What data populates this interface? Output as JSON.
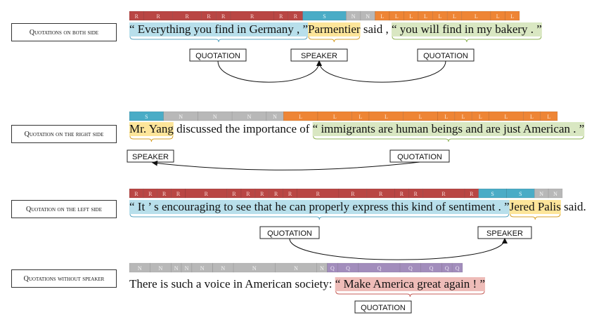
{
  "colors": {
    "R": "#b94644",
    "S": "#4aacc6",
    "N": "#b8b8b8",
    "L": "#ee8535",
    "Q": "#a28dbc",
    "R_text": "#f6d6d3",
    "S_text": "#e6f5fa",
    "N_text": "#f6f6f6",
    "L_text": "#fde6d2",
    "Q_text": "#efe9f6",
    "quote_blue": "#b8dfeb",
    "speaker_yellow": "#fde59a",
    "quote_green": "#d9e7c2",
    "quote_red": "#eebcb8",
    "brace_blue": "#5aa6c2",
    "brace_yellow": "#d6a12a",
    "brace_green": "#8eb355",
    "brace_red": "#c45d57"
  },
  "rows": [
    {
      "label": "Quotations on both side",
      "tags": [
        {
          "t": "R",
          "w": 1
        },
        {
          "t": "R",
          "w": 2
        },
        {
          "t": "R",
          "w": 2
        },
        {
          "t": "R",
          "w": 1
        },
        {
          "t": "R",
          "w": 1
        },
        {
          "t": "R",
          "w": 3
        },
        {
          "t": "R",
          "w": 1
        },
        {
          "t": "R",
          "w": 1
        },
        {
          "t": "S",
          "w": 3
        },
        {
          "t": "N",
          "w": 1
        },
        {
          "t": "N",
          "w": 1
        },
        {
          "t": "L",
          "w": 1
        },
        {
          "t": "L",
          "w": 1
        },
        {
          "t": "L",
          "w": 1
        },
        {
          "t": "L",
          "w": 1
        },
        {
          "t": "L",
          "w": 1
        },
        {
          "t": "L",
          "w": 1
        },
        {
          "t": "L",
          "w": 2
        },
        {
          "t": "L",
          "w": 1
        },
        {
          "t": "L",
          "w": 1
        }
      ],
      "segments": [
        {
          "text": "“ Everything you find in Germany , ”",
          "hl": "blue"
        },
        {
          "text": "Parmentier",
          "hl": "yellow"
        },
        {
          "text": " said , ",
          "hl": ""
        },
        {
          "text": "“ you will find in my bakery . ”",
          "hl": "green"
        }
      ],
      "boxes": [
        "QUOTATION",
        "SPEAKER",
        "QUOTATION"
      ]
    },
    {
      "label": "Quotation on the right side",
      "tags": [
        {
          "t": "S",
          "w": 2
        },
        {
          "t": "N",
          "w": 2
        },
        {
          "t": "N",
          "w": 2
        },
        {
          "t": "N",
          "w": 2
        },
        {
          "t": "N",
          "w": 1
        },
        {
          "t": "L",
          "w": 2
        },
        {
          "t": "L",
          "w": 2
        },
        {
          "t": "L",
          "w": 1
        },
        {
          "t": "L",
          "w": 2
        },
        {
          "t": "L",
          "w": 2
        },
        {
          "t": "L",
          "w": 1
        },
        {
          "t": "L",
          "w": 1
        },
        {
          "t": "L",
          "w": 1
        },
        {
          "t": "L",
          "w": 2
        },
        {
          "t": "L",
          "w": 1
        },
        {
          "t": "L",
          "w": 1
        }
      ],
      "segments": [
        {
          "text": "Mr. Yang",
          "hl": "yellow"
        },
        {
          "text": " discussed the importance of ",
          "hl": ""
        },
        {
          "text": "“ immigrants are human beings and are just American . ”",
          "hl": "green"
        }
      ],
      "boxes": [
        "SPEAKER",
        "QUOTATION"
      ]
    },
    {
      "label": "Quotation on the left side",
      "tags": [
        {
          "t": "R",
          "w": 1
        },
        {
          "t": "R",
          "w": 1
        },
        {
          "t": "R",
          "w": 1
        },
        {
          "t": "R",
          "w": 1
        },
        {
          "t": "R",
          "w": 3
        },
        {
          "t": "R",
          "w": 1
        },
        {
          "t": "R",
          "w": 1
        },
        {
          "t": "R",
          "w": 1
        },
        {
          "t": "R",
          "w": 1
        },
        {
          "t": "R",
          "w": 1
        },
        {
          "t": "R",
          "w": 3
        },
        {
          "t": "R",
          "w": 2
        },
        {
          "t": "R",
          "w": 2
        },
        {
          "t": "R",
          "w": 1
        },
        {
          "t": "R",
          "w": 1
        },
        {
          "t": "R",
          "w": 3
        },
        {
          "t": "R",
          "w": 1
        },
        {
          "t": "S",
          "w": 2
        },
        {
          "t": "S",
          "w": 2
        },
        {
          "t": "N",
          "w": 1
        },
        {
          "t": "N",
          "w": 1
        }
      ],
      "segments": [
        {
          "text": "“ It ’ s encouraging to see that he can properly express this kind of sentiment . ”",
          "hl": "blue"
        },
        {
          "text": "Jered Palis",
          "hl": "yellow"
        },
        {
          "text": " said.",
          "hl": ""
        }
      ],
      "boxes": [
        "QUOTATION",
        "SPEAKER"
      ]
    },
    {
      "label": "Quotations without speaker",
      "tags": [
        {
          "t": "N",
          "w": 2
        },
        {
          "t": "N",
          "w": 2
        },
        {
          "t": "N",
          "w": 1
        },
        {
          "t": "N",
          "w": 1
        },
        {
          "t": "N",
          "w": 2
        },
        {
          "t": "N",
          "w": 2
        },
        {
          "t": "N",
          "w": 4
        },
        {
          "t": "N",
          "w": 4
        },
        {
          "t": "N",
          "w": 1
        },
        {
          "t": "Q",
          "w": 1
        },
        {
          "t": "Q",
          "w": 2
        },
        {
          "t": "Q",
          "w": 4
        },
        {
          "t": "Q",
          "w": 2
        },
        {
          "t": "Q",
          "w": 2
        },
        {
          "t": "Q",
          "w": 1
        },
        {
          "t": "Q",
          "w": 1
        }
      ],
      "segments": [
        {
          "text": "There is such a voice in American society: ",
          "hl": ""
        },
        {
          "text": "“ Make America great again ! ”",
          "hl": "red"
        }
      ],
      "boxes": [
        "QUOTATION"
      ]
    }
  ]
}
